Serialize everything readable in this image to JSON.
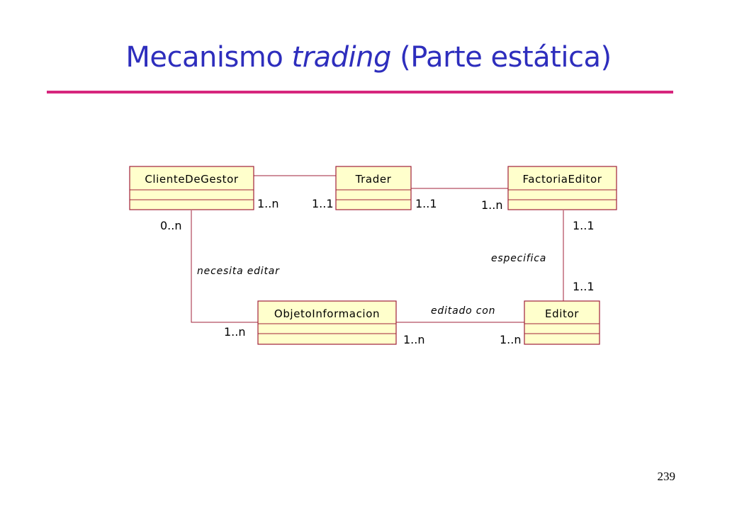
{
  "slide": {
    "title_prefix": "Mecanismo ",
    "title_emphasis": "trading",
    "title_suffix": " (Parte estática)",
    "page_number": "239"
  },
  "diagram": {
    "classes": {
      "cliente": "ClienteDeGestor",
      "trader": "Trader",
      "factoria": "FactoriaEditor",
      "objeto": "ObjetoInformacion",
      "editor": "Editor"
    },
    "multiplicities": {
      "cliente_trader": "1..n",
      "trader_cliente": "1..1",
      "trader_factoria": "1..1",
      "factoria_trader": "1..n",
      "cliente_objeto": "0..n",
      "objeto_cliente": "1..n",
      "factoria_editor": "1..1",
      "editor_factoria": "1..1",
      "objeto_editor": "1..n",
      "editor_objeto": "1..n"
    },
    "roles": {
      "necesita": "necesita editar",
      "especifica": "especifica",
      "editado": "editado con"
    },
    "colors": {
      "title": "#2e2ebd",
      "rule": "#d6257d",
      "class_fill": "#ffffcc",
      "class_border": "#a0203a"
    }
  }
}
